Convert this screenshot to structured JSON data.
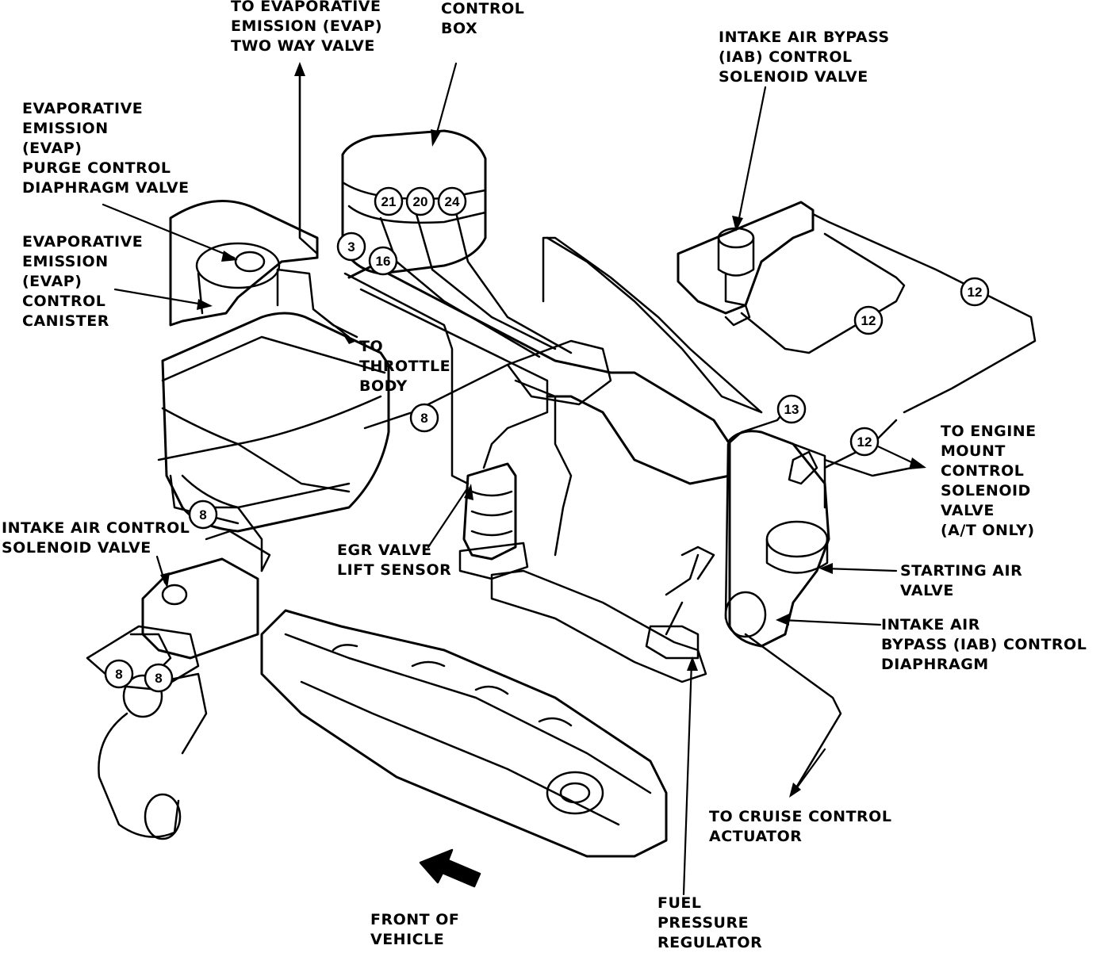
{
  "colors": {
    "ink": "#000000",
    "paper": "#ffffff"
  },
  "labels": {
    "evap_two_way": [
      "TO EVAPORATIVE",
      "EMISSION (EVAP)",
      "TWO WAY VALVE"
    ],
    "control_box": [
      "CONTROL",
      "BOX"
    ],
    "iab_solenoid": [
      "INTAKE AIR BYPASS",
      "(IAB) CONTROL",
      "SOLENOID VALVE"
    ],
    "evap_purge": [
      "EVAPORATIVE",
      "EMISSION",
      "(EVAP)",
      "PURGE CONTROL",
      "DIAPHRAGM VALVE"
    ],
    "evap_canister": [
      "EVAPORATIVE",
      "EMISSION",
      "(EVAP)",
      "CONTROL",
      "CANISTER"
    ],
    "to_throttle": [
      "TO",
      "THROTTLE",
      "BODY"
    ],
    "engine_mount": [
      "TO ENGINE",
      "MOUNT",
      "CONTROL",
      "SOLENOID",
      "VALVE",
      "(A/T ONLY)"
    ],
    "intake_air_control": [
      "INTAKE AIR CONTROL",
      "SOLENOID VALVE"
    ],
    "egr_sensor": [
      "EGR VALVE",
      "LIFT SENSOR"
    ],
    "starting_air": [
      "STARTING AIR",
      "VALVE"
    ],
    "iab_diaphragm": [
      "INTAKE AIR",
      "BYPASS (IAB) CONTROL",
      "DIAPHRAGM"
    ],
    "cruise": [
      "TO CRUISE CONTROL",
      "ACTUATOR"
    ],
    "fuel_reg": [
      "FUEL",
      "PRESSURE",
      "REGULATOR"
    ],
    "front": [
      "FRONT OF",
      "VEHICLE"
    ]
  },
  "hose_tags": [
    "21",
    "20",
    "24",
    "3",
    "16",
    "12",
    "12",
    "8",
    "13",
    "12",
    "8",
    "8",
    "8"
  ]
}
